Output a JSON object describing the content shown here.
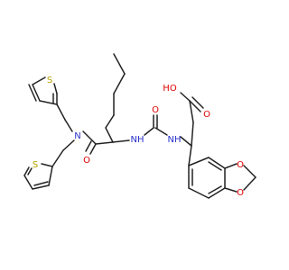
{
  "colors": {
    "bond": "#222222",
    "carbon": "#222222",
    "oxygen": "#e00000",
    "nitrogen": "#2a33cc",
    "sulfur": "#b8a000",
    "background": "#ffffff"
  },
  "atoms": [
    {
      "id": "oh",
      "text": "HO",
      "element": "O"
    },
    {
      "id": "o_acid",
      "text": "O",
      "element": "O"
    },
    {
      "id": "o_urea",
      "text": "O",
      "element": "O"
    },
    {
      "id": "nh1",
      "text": "NH",
      "element": "N"
    },
    {
      "id": "nh2",
      "text": "NH",
      "element": "N"
    },
    {
      "id": "n_amide",
      "text": "N",
      "element": "N"
    },
    {
      "id": "o_amide",
      "text": "O",
      "element": "O"
    },
    {
      "id": "o_ring1",
      "text": "O",
      "element": "O"
    },
    {
      "id": "o_ring2",
      "text": "O",
      "element": "O"
    },
    {
      "id": "s1",
      "text": "S",
      "element": "S"
    },
    {
      "id": "s2",
      "text": "S",
      "element": "S"
    }
  ]
}
